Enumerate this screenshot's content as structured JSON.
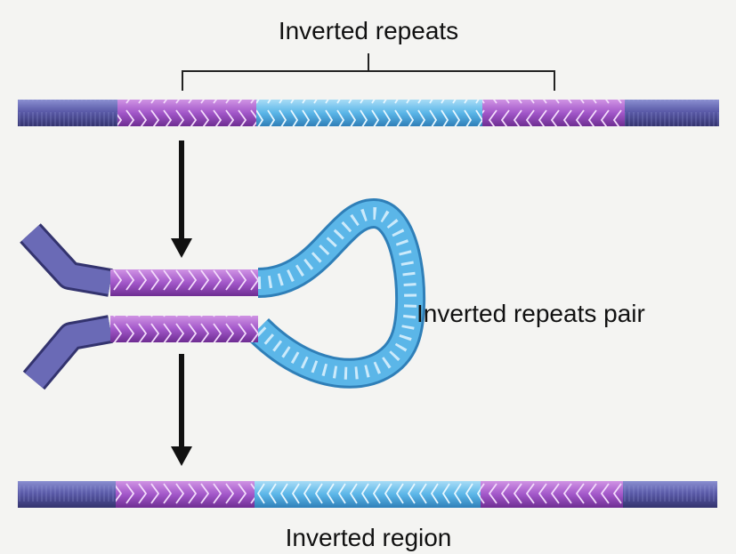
{
  "labels": {
    "top": "Inverted repeats",
    "middle": "Inverted repeats pair",
    "bottom": "Inverted region"
  },
  "colors": {
    "background": "#f4f4f2",
    "flank": "#5a5aa8",
    "repeat": "#a257c9",
    "loop": "#5bb6e8",
    "arrow": "#111111"
  }
}
